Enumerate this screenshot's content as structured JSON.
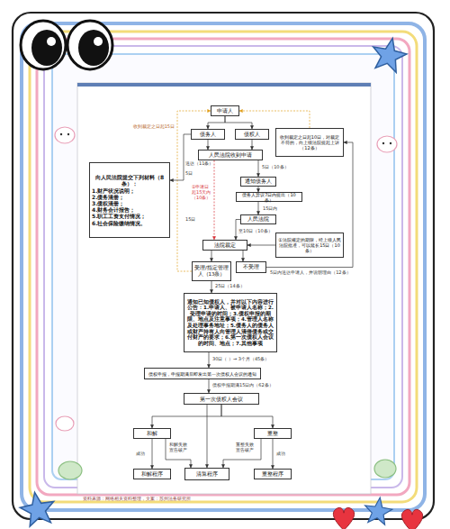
{
  "diagram": {
    "nodes": [
      {
        "text": [
          "申请人"
        ]
      },
      {
        "text": [
          "债务人"
        ]
      },
      {
        "text": [
          "债权人"
        ]
      },
      {
        "text": [
          "人民法院收到申请"
        ]
      },
      {
        "text": [
          "向人民法院提交下列材料（8条）：",
          "1.财产状况说明；",
          "2.债务清册；",
          "3.债权清册；",
          "4.财务会计报告；",
          "5.职工工资支付情况；",
          "6.社会保险缴纳情况。"
        ]
      },
      {
        "text": [
          "收到裁定之日起10日，对裁定不符的，向上级法院提起上诉（12条）"
        ]
      },
      {
        "text": [
          "通知债务人"
        ]
      },
      {
        "text": [
          "债务人异议7日内提出（10条）"
        ]
      },
      {
        "text": [
          "人民法院"
        ]
      },
      {
        "text": [
          "法院裁定"
        ]
      },
      {
        "text": [
          "①法院规定的期限，经上级人民法院批准，可以延长15日（10条）"
        ]
      },
      {
        "text": [
          "受理/指定管理人（13条）"
        ]
      },
      {
        "text": [
          "不受理"
        ]
      },
      {
        "text": [
          "通知已知债权人，并对以下内容进行公告：1.申请人、被申请人名称；2.受理申请的时间；3.债权申报的期限、地点及注意事项；4.管理人名称及处理事务地址；5.债务人的债务人或财产持有人向管理人清偿债务或交付财产的要求；6.第一次债权人会议的时间、地点；7.其他事项"
        ]
      },
      {
        "text": [
          "债权申报，申报期满后即发出第一次债权人会议的通知"
        ]
      },
      {
        "text": [
          "第一次债权人会议"
        ]
      },
      {
        "text": [
          "和解"
        ]
      },
      {
        "text": [
          "重整"
        ]
      },
      {
        "text": [
          "和解程序"
        ]
      },
      {
        "text": [
          "清算程序"
        ]
      },
      {
        "text": [
          "重整程序"
        ]
      }
    ],
    "edges": [
      {
        "from": 0,
        "to": 1,
        "arrow": "to"
      },
      {
        "from": 0,
        "to": 2,
        "arrow": "to"
      },
      {
        "from": 1,
        "to": 3,
        "arrow": "to"
      },
      {
        "from": 2,
        "to": 3,
        "arrow": "to"
      },
      {
        "from": 3,
        "to": 6,
        "label": "5日（10条）",
        "arrow": "to"
      },
      {
        "from": 6,
        "to": 7,
        "arrow": "to"
      },
      {
        "from": 7,
        "to": 8,
        "label": "15日内",
        "arrow": "to"
      },
      {
        "from": 8,
        "to": 9,
        "label": "至10日（10条）",
        "arrow": "to"
      },
      {
        "from": 3,
        "to": 9,
        "label": "①申请日起15天内（10条）",
        "arrow": "to"
      },
      {
        "from": 10,
        "to": 9,
        "arrow": "to"
      },
      {
        "from": 9,
        "to": 11,
        "arrow": "to"
      },
      {
        "from": 9,
        "to": 12,
        "arrow": "to"
      },
      {
        "from": 12,
        "to": 5,
        "label": "5日内送达申请人，并说明理由（12条）",
        "arrow": "to"
      },
      {
        "from": 5,
        "to": 0,
        "arrow": "to"
      },
      {
        "from": 11,
        "to": 0,
        "arrow": "to"
      },
      {
        "from": 1,
        "to": 4,
        "label": "送达（11条）",
        "arrow": "to"
      },
      {
        "from": 11,
        "to": 13,
        "label": "25日（14条）",
        "arrow": "to"
      },
      {
        "from": 13,
        "to": 14,
        "label": "30日（ ）→ 3个月（45条）",
        "arrow": "to"
      },
      {
        "from": 14,
        "to": 15,
        "label": "债权申报期满15日内（62条）",
        "arrow": "to"
      },
      {
        "from": 15,
        "to": 16,
        "arrow": "to"
      },
      {
        "from": 15,
        "to": 17,
        "arrow": "to"
      },
      {
        "from": 15,
        "to": 19,
        "arrow": "to"
      },
      {
        "from": 16,
        "to": 18,
        "label": "成功",
        "arrow": "to"
      },
      {
        "from": 16,
        "to": 19,
        "label": "和解失败宣告破产",
        "arrow": "to"
      },
      {
        "from": 17,
        "to": 20,
        "label": "成功",
        "arrow": "to"
      },
      {
        "from": 17,
        "to": 19,
        "label": "重整失败宣告破产",
        "arrow": "to"
      }
    ],
    "labels": [
      "收到裁定之日起15日",
      "5日",
      "15日",
      "资料来源：网络相关资料整理，文案：苏州法务研究所"
    ]
  }
}
